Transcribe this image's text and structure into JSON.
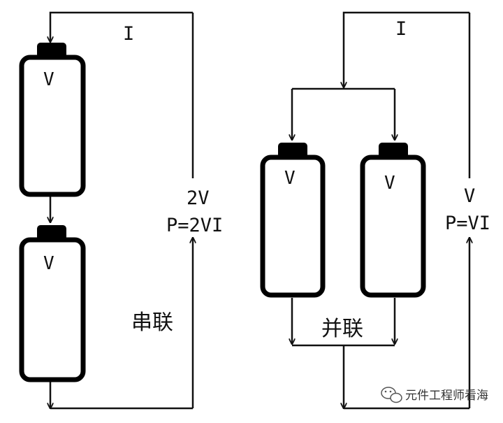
{
  "series": {
    "current_label": "I",
    "cell_labels": [
      "V",
      "V"
    ],
    "voltage_label": "2V",
    "power_label": "P=2VI",
    "caption": "串联"
  },
  "parallel": {
    "current_label": "I",
    "cell_labels": [
      "V",
      "V"
    ],
    "voltage_label": "V",
    "power_label": "P=VI",
    "caption": "并联"
  },
  "watermark": {
    "text": "元件工程师看海"
  }
}
